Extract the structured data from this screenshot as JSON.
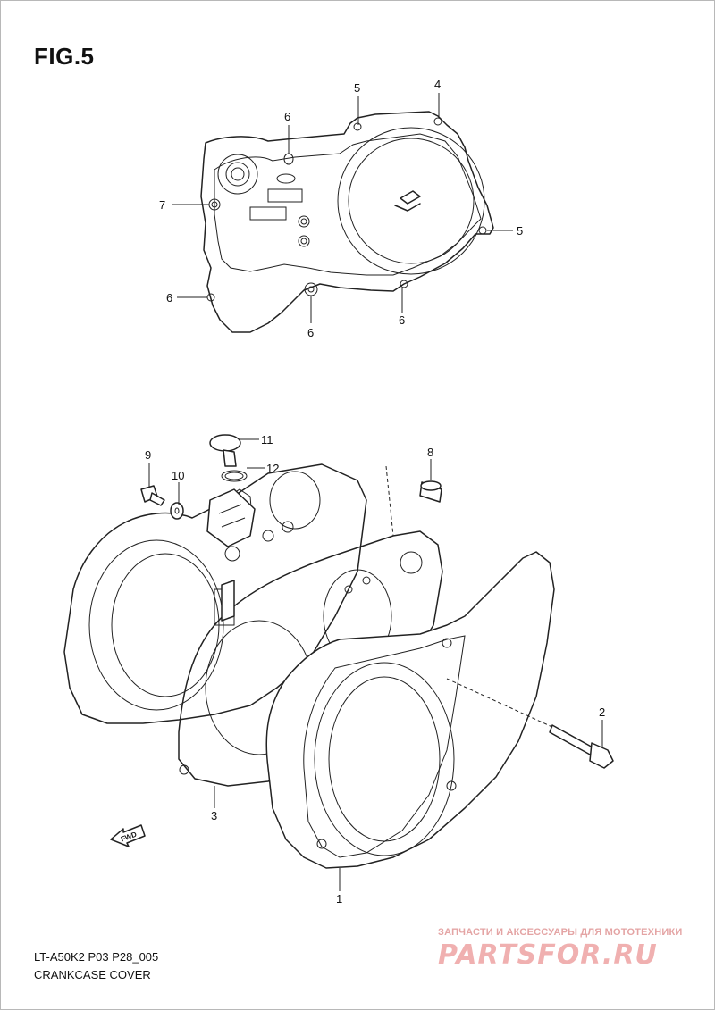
{
  "figure": {
    "title": "FIG.5"
  },
  "callouts": [
    {
      "id": "c5a",
      "label": "5"
    },
    {
      "id": "c4",
      "label": "4"
    },
    {
      "id": "c6a",
      "label": "6"
    },
    {
      "id": "c7",
      "label": "7"
    },
    {
      "id": "c5b",
      "label": "5"
    },
    {
      "id": "c6b",
      "label": "6"
    },
    {
      "id": "c6c",
      "label": "6"
    },
    {
      "id": "c6d",
      "label": "6"
    },
    {
      "id": "c11",
      "label": "11"
    },
    {
      "id": "c9",
      "label": "9"
    },
    {
      "id": "c10",
      "label": "10"
    },
    {
      "id": "c12",
      "label": "12"
    },
    {
      "id": "c8",
      "label": "8"
    },
    {
      "id": "c2",
      "label": "2"
    },
    {
      "id": "c3",
      "label": "3"
    },
    {
      "id": "c1",
      "label": "1"
    }
  ],
  "badge": {
    "fwd": "FWD"
  },
  "footer": {
    "code": "LT-A50K2  P03  P28_005",
    "name": "CRANKCASE COVER"
  },
  "watermark": {
    "subtitle": "ЗАПЧАСТИ И АКСЕССУАРЫ ДЛЯ МОТОТЕХНИКИ",
    "logo": "PARTSFOR.RU"
  },
  "colors": {
    "watermark": "#f0b0b0",
    "line": "#222222"
  }
}
